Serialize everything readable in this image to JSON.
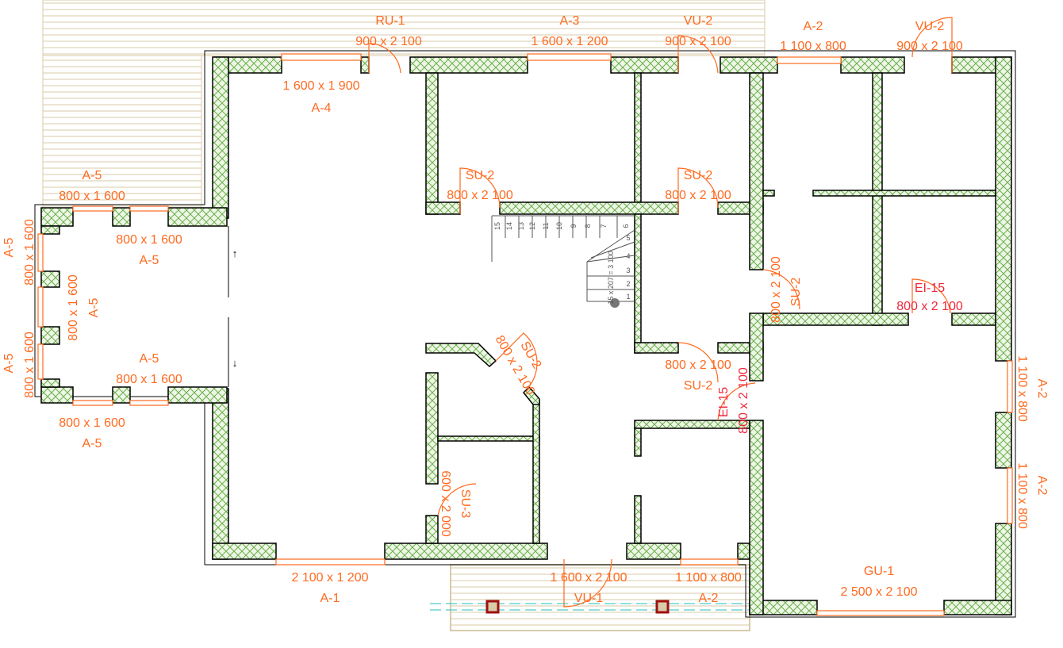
{
  "plan": {
    "openings": [
      {
        "code": "RU-1",
        "size": "900 x 2 100"
      },
      {
        "code": "A-3",
        "size": "1 600 x 1 200"
      },
      {
        "code": "VU-2",
        "size": "900 x 2 100"
      },
      {
        "code": "A-2",
        "size": "1 100 x 800"
      },
      {
        "code": "VU-2",
        "size": "900 x 2 100"
      },
      {
        "code": "A-4",
        "size": "1 600 x 1 900"
      },
      {
        "code": "A-5",
        "size": "800 x 1 600"
      },
      {
        "code": "A-5",
        "size": "800 x 1 600"
      },
      {
        "code": "A-5",
        "size": "800 x 1 600"
      },
      {
        "code": "A-5",
        "size": "800 x 1 600"
      },
      {
        "code": "A-5",
        "size": "800 x 1 600"
      },
      {
        "code": "A-5",
        "size": "800 x 1 600"
      },
      {
        "code": "A-5",
        "size": "800 x 1 600"
      },
      {
        "code": "SU-2",
        "size": "800 x 2 100"
      },
      {
        "code": "SU-2",
        "size": "800 x 2 100"
      },
      {
        "code": "SU-2",
        "size": "800 x 2 100"
      },
      {
        "code": "SU-2",
        "size": "800 x 2 100"
      },
      {
        "code": "SU-2",
        "size": "800 x 2 100"
      },
      {
        "code": "EI-15",
        "size": "800 x 2 100"
      },
      {
        "code": "EI-15",
        "size": "800 x 2 100"
      },
      {
        "code": "A-2",
        "size": "1 100 x 800"
      },
      {
        "code": "A-2",
        "size": "1 100 x 800"
      },
      {
        "code": "SU-3",
        "size": "600 x 2 000"
      },
      {
        "code": "A-1",
        "size": "2 100 x 1 200"
      },
      {
        "code": "VU-1",
        "size": "1 600 x 2 100"
      },
      {
        "code": "A-2",
        "size": "1 100 x 800"
      },
      {
        "code": "GU-1",
        "size": "2 500 x 2 100"
      }
    ],
    "stair": {
      "steps": [
        "1",
        "2",
        "3",
        "4",
        "5",
        "6",
        "7",
        "8",
        "9",
        "10",
        "11",
        "12",
        "13",
        "14",
        "15"
      ],
      "formula": "15 x 207 = 3 100"
    },
    "colors": {
      "label": "#ff6a1f",
      "fire_door": "#f0283c",
      "wall_hatch": "#6ab04c",
      "terrace": "#d8cba8",
      "beam": "#1fbfbf"
    }
  }
}
